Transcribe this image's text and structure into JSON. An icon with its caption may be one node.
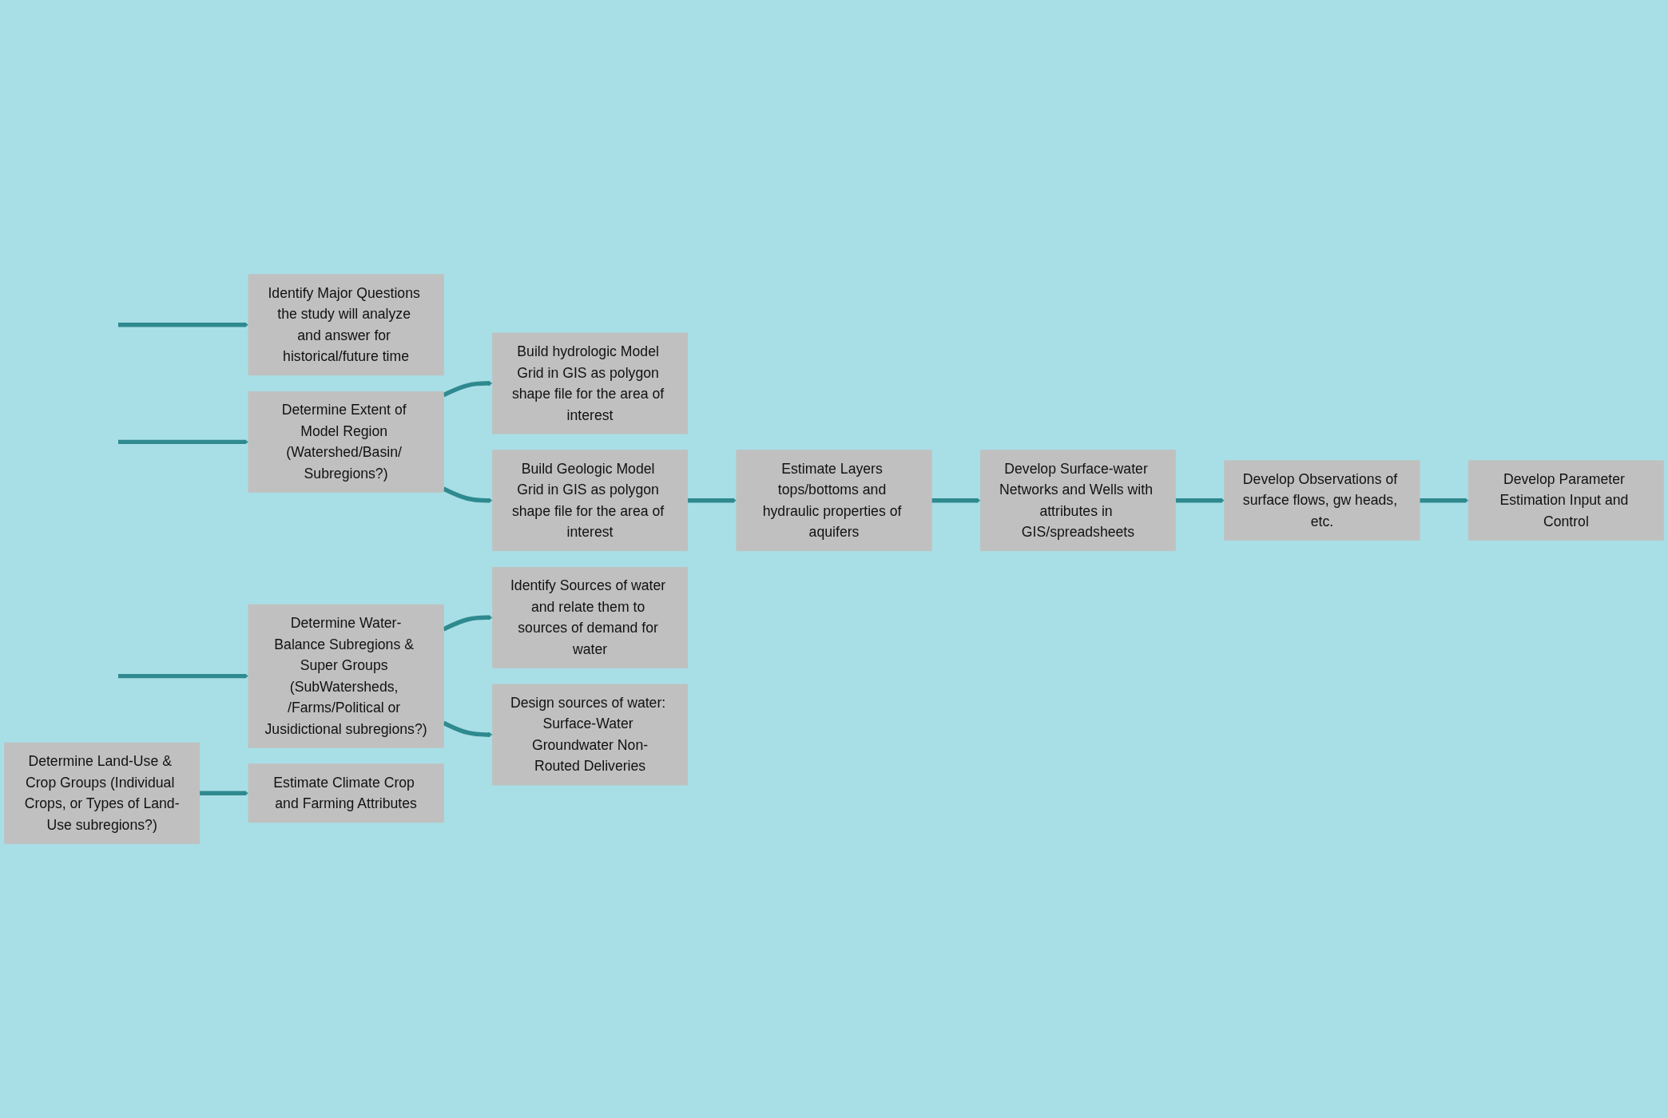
{
  "diagram": {
    "nodes": [
      {
        "text": [
          "Identify Major Questions the study will analyze and answer for historical/future time"
        ]
      },
      {
        "text": [
          "Determine Extent of Model Region (Watershed/Basin/ Subregions?)"
        ]
      },
      {
        "text": [
          "Determine Water-Balance Subregions & Super Groups (SubWatersheds, /Farms/Political or Jusidictional subregions?)"
        ]
      },
      {
        "text": [
          "Determine Land-Use & Crop Groups (Individual Crops, or Types of Land-Use subregions?)"
        ]
      },
      {
        "text": [
          "Build hydrologic Model Grid in GIS as polygon shape file for the area of interest"
        ]
      },
      {
        "text": [
          "Build Geologic Model Grid in GIS as polygon shape file for the area of interest"
        ]
      },
      {
        "text": [
          "Identify Sources of water and relate them to sources of demand for water"
        ]
      },
      {
        "text": [
          "Design sources of water: Surface-Water Groundwater Non-Routed Deliveries"
        ]
      },
      {
        "text": [
          "Estimate Climate Crop and Farming Attributes"
        ]
      },
      {
        "text": [
          "Estimate Layers tops/bottoms and hydraulic properties of aquifers"
        ]
      },
      {
        "text": [
          "Develop Surface-water Networks and Wells with attributes in GIS/spreadsheets"
        ]
      },
      {
        "text": [
          "Develop Observations of surface flows, gw heads, etc."
        ]
      },
      {
        "text": [
          "Develop Parameter Estimation Input and Control"
        ]
      }
    ],
    "edges": [
      {
        "from": null,
        "to": 0,
        "arrow": "to"
      },
      {
        "from": null,
        "to": 1,
        "arrow": "to"
      },
      {
        "from": null,
        "to": 2,
        "arrow": "to"
      },
      {
        "from": 1,
        "to": 4,
        "arrow": "to"
      },
      {
        "from": 1,
        "to": 5,
        "arrow": "to"
      },
      {
        "from": 2,
        "to": 6,
        "arrow": "to"
      },
      {
        "from": 2,
        "to": 7,
        "arrow": "to"
      },
      {
        "from": 3,
        "to": 8,
        "arrow": "to"
      },
      {
        "from": 5,
        "to": 9,
        "arrow": "to"
      },
      {
        "from": 9,
        "to": 10,
        "arrow": "to"
      },
      {
        "from": 10,
        "to": 11,
        "arrow": "to"
      },
      {
        "from": 11,
        "to": 12,
        "arrow": "to"
      }
    ]
  }
}
